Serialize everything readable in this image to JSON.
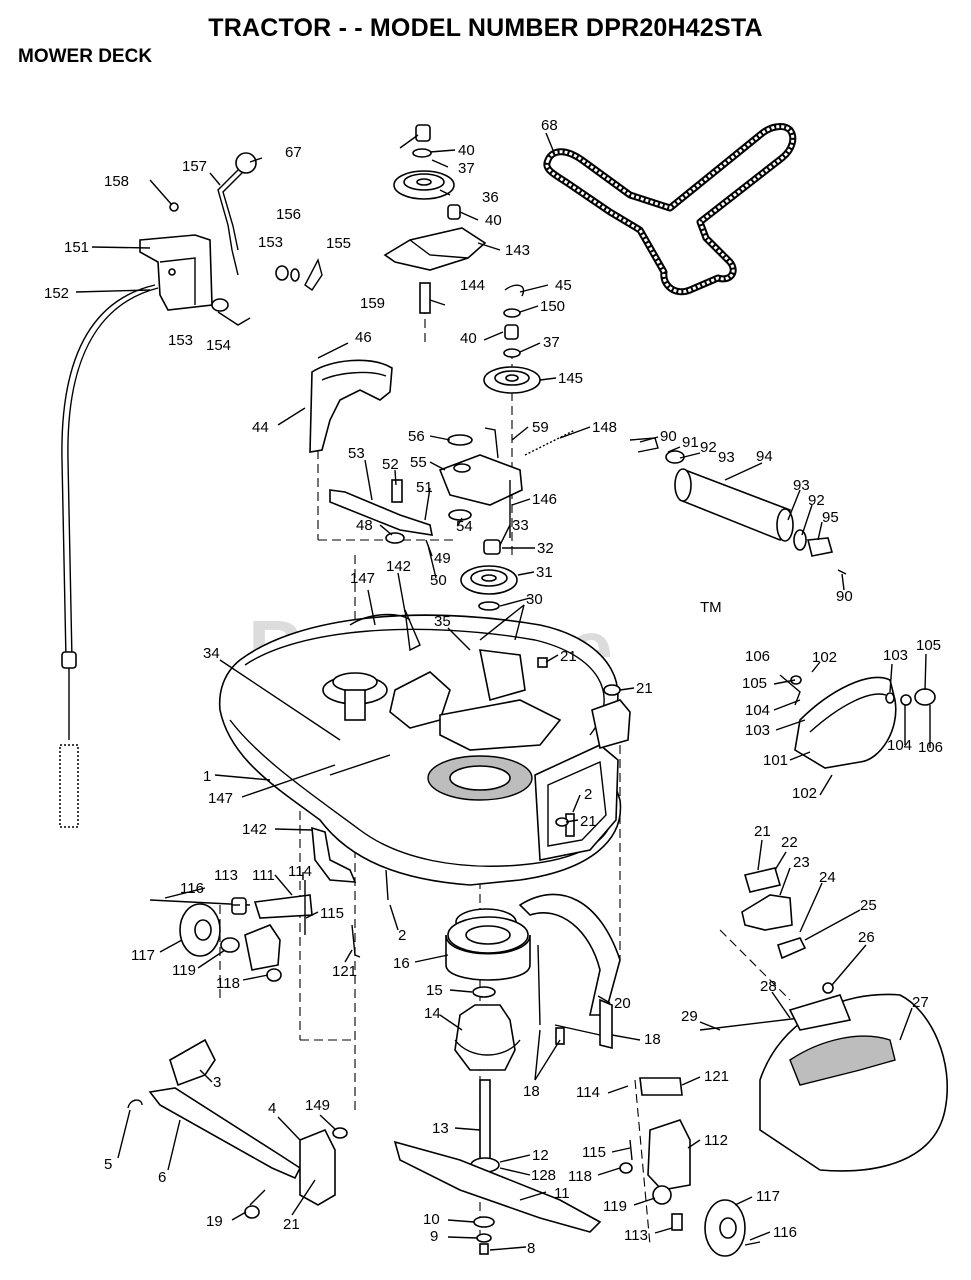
{
  "header": {
    "title": "TRACTOR - - MODEL NUMBER DPR20H42STA",
    "section": "MOWER DECK"
  },
  "watermark": {
    "text": "PartsTree",
    "trademark": "TM"
  },
  "callouts": [
    {
      "text": "67"
    },
    {
      "text": "157"
    },
    {
      "text": "158"
    },
    {
      "text": "156"
    },
    {
      "text": "153"
    },
    {
      "text": "155"
    },
    {
      "text": "151"
    },
    {
      "text": "152"
    },
    {
      "text": "153"
    },
    {
      "text": "154"
    },
    {
      "text": "40"
    },
    {
      "text": "37"
    },
    {
      "text": "36"
    },
    {
      "text": "40"
    },
    {
      "text": "143"
    },
    {
      "text": "144"
    },
    {
      "text": "159"
    },
    {
      "text": "68"
    },
    {
      "text": "45"
    },
    {
      "text": "150"
    },
    {
      "text": "40"
    },
    {
      "text": "37"
    },
    {
      "text": "145"
    },
    {
      "text": "46"
    },
    {
      "text": "44"
    },
    {
      "text": "56"
    },
    {
      "text": "59"
    },
    {
      "text": "148"
    },
    {
      "text": "55"
    },
    {
      "text": "53"
    },
    {
      "text": "52"
    },
    {
      "text": "51"
    },
    {
      "text": "146"
    },
    {
      "text": "54"
    },
    {
      "text": "33"
    },
    {
      "text": "48"
    },
    {
      "text": "49"
    },
    {
      "text": "50"
    },
    {
      "text": "32"
    },
    {
      "text": "31"
    },
    {
      "text": "147"
    },
    {
      "text": "142"
    },
    {
      "text": "30"
    },
    {
      "text": "35"
    },
    {
      "text": "21"
    },
    {
      "text": "21"
    },
    {
      "text": "34"
    },
    {
      "text": "1"
    },
    {
      "text": "147"
    },
    {
      "text": "2"
    },
    {
      "text": "21"
    },
    {
      "text": "142"
    },
    {
      "text": "90"
    },
    {
      "text": "91"
    },
    {
      "text": "92"
    },
    {
      "text": "93"
    },
    {
      "text": "94"
    },
    {
      "text": "93"
    },
    {
      "text": "92"
    },
    {
      "text": "95"
    },
    {
      "text": "90"
    },
    {
      "text": "106"
    },
    {
      "text": "102"
    },
    {
      "text": "103"
    },
    {
      "text": "105"
    },
    {
      "text": "105"
    },
    {
      "text": "104"
    },
    {
      "text": "103"
    },
    {
      "text": "104"
    },
    {
      "text": "106"
    },
    {
      "text": "101"
    },
    {
      "text": "102"
    },
    {
      "text": "116"
    },
    {
      "text": "113"
    },
    {
      "text": "111"
    },
    {
      "text": "114"
    },
    {
      "text": "115"
    },
    {
      "text": "117"
    },
    {
      "text": "119"
    },
    {
      "text": "118"
    },
    {
      "text": "121"
    },
    {
      "text": "2"
    },
    {
      "text": "16"
    },
    {
      "text": "15"
    },
    {
      "text": "14"
    },
    {
      "text": "20"
    },
    {
      "text": "18"
    },
    {
      "text": "18"
    },
    {
      "text": "21"
    },
    {
      "text": "22"
    },
    {
      "text": "23"
    },
    {
      "text": "24"
    },
    {
      "text": "25"
    },
    {
      "text": "26"
    },
    {
      "text": "27"
    },
    {
      "text": "28"
    },
    {
      "text": "29"
    },
    {
      "text": "3"
    },
    {
      "text": "4"
    },
    {
      "text": "149"
    },
    {
      "text": "5"
    },
    {
      "text": "6"
    },
    {
      "text": "19"
    },
    {
      "text": "21"
    },
    {
      "text": "13"
    },
    {
      "text": "12"
    },
    {
      "text": "128"
    },
    {
      "text": "11"
    },
    {
      "text": "10"
    },
    {
      "text": "9"
    },
    {
      "text": "8"
    },
    {
      "text": "114"
    },
    {
      "text": "121"
    },
    {
      "text": "115"
    },
    {
      "text": "112"
    },
    {
      "text": "118"
    },
    {
      "text": "119"
    },
    {
      "text": "117"
    },
    {
      "text": "113"
    },
    {
      "text": "116"
    }
  ]
}
